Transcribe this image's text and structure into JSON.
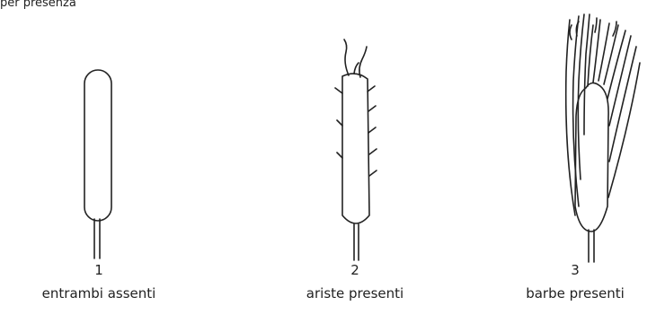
{
  "header": {
    "caption": "per presenza"
  },
  "figures": [
    {
      "number": "1",
      "label": "entrambi assenti"
    },
    {
      "number": "2",
      "label": "ariste presenti"
    },
    {
      "number": "3",
      "label": "barbe presenti"
    }
  ]
}
